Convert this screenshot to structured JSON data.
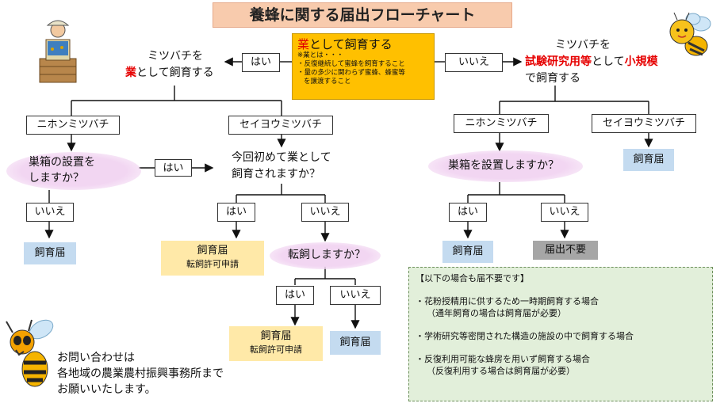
{
  "title": "養蜂に関する届出フローチャート",
  "center": {
    "heading_red": "業",
    "heading_rest": "として飼育する",
    "note1": "※業とは・・・",
    "note2": "・反復継続して蜜蜂を飼育すること",
    "note3": "・量の多少に関わらず蜜蜂、蜂蜜等",
    "note4": "を譲渡すること"
  },
  "left": {
    "yes": "はい",
    "line1": "ミツバチを",
    "line2_red": "業",
    "line2_rest": "として飼育する",
    "japanese_bee": "ニホンミツバチ",
    "western_bee": "セイヨウミツバチ",
    "hive_q1": "巣箱の設置を",
    "hive_q2": "しますか？",
    "hive_yes": "はい",
    "hive_no": "いいえ",
    "hive_no_result": "飼育届",
    "first_q1": "今回初めて業として",
    "first_q2": "飼育されますか？",
    "first_yes": "はい",
    "first_no": "いいえ",
    "first_yes_result": "飼育届",
    "first_yes_result_sub": "転飼許可申請",
    "move_q": "転飼しますか？",
    "move_yes": "はい",
    "move_no": "いいえ",
    "move_yes_result": "飼育届",
    "move_yes_result_sub": "転飼許可申請",
    "move_no_result": "飼育届"
  },
  "right": {
    "no": "いいえ",
    "line1": "ミツバチを",
    "line2_red": "試験研究用等",
    "line2_mid": "として",
    "line2_red2": "小規模",
    "line3": "で飼育する",
    "japanese_bee": "ニホンミツバチ",
    "western_bee": "セイヨウミツバチ",
    "western_result": "飼育届",
    "hive_q": "巣箱を設置しますか？",
    "hive_yes": "はい",
    "hive_no": "いいえ",
    "hive_yes_result": "飼育届",
    "hive_no_result": "届出不要"
  },
  "notes": {
    "header": "【以下の場合も届不要です】",
    "item1": "・花粉授精用に供するため一時期飼育する場合",
    "item1_sub": "（通年飼育の場合は飼育届が必要）",
    "item2": "・学術研究等密閉された構造の施設の中で飼育する場合",
    "item3": "・反復利用可能な蜂房を用いず飼育する場合",
    "item3_sub": "（反復利用する場合は飼育届が必要）"
  },
  "contact": {
    "line1": "お問い合わせは",
    "line2": "各地域の農業農村振興事務所まで",
    "line3": "お願いいたします。"
  },
  "icons": [
    "beekeeper-illustration",
    "cartoon-bee-illustration",
    "hornet-illustration"
  ],
  "colors": {
    "title_bg": "#f8cbad",
    "center_bg": "#ffc000",
    "highlight_red": "#e60000",
    "question_bg": "#f2d6f2",
    "result_blue": "#c4dbf0",
    "result_yellow": "#ffe9a8",
    "result_gray": "#a6a6a6",
    "notes_bg": "#e2efda"
  }
}
